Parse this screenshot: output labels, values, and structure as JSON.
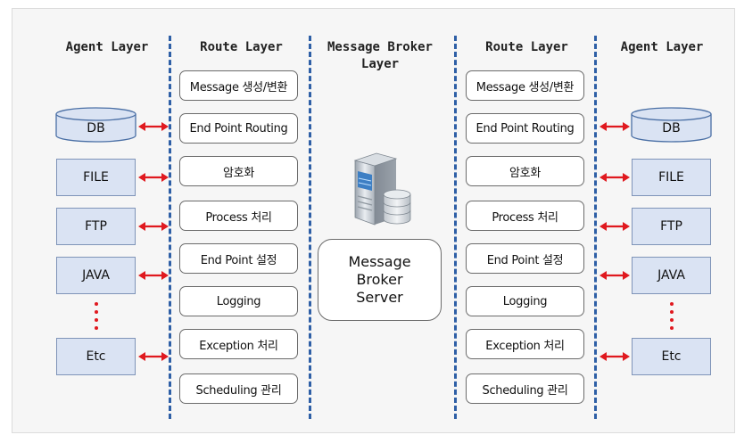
{
  "headers": {
    "agent_left": "Agent Layer",
    "route_left": "Route Layer",
    "broker_line1": "Message Broker",
    "broker_line2": "Layer",
    "route_right": "Route Layer",
    "agent_right": "Agent Layer"
  },
  "route_items": [
    "Message 생성/변환",
    "End Point Routing",
    "암호화",
    "Process 처리",
    "End Point 설정",
    "Logging",
    "Exception 처리",
    "Scheduling 관리"
  ],
  "agent_items": [
    "DB",
    "FILE",
    "FTP",
    "JAVA",
    "Etc"
  ],
  "broker": {
    "line1": "Message",
    "line2": "Broker",
    "line3": "Server",
    "icon": "server-icon"
  },
  "colors": {
    "divider": "#2e5fa6",
    "agent_fill": "#dae3f3",
    "arrow": "#e0191f"
  }
}
